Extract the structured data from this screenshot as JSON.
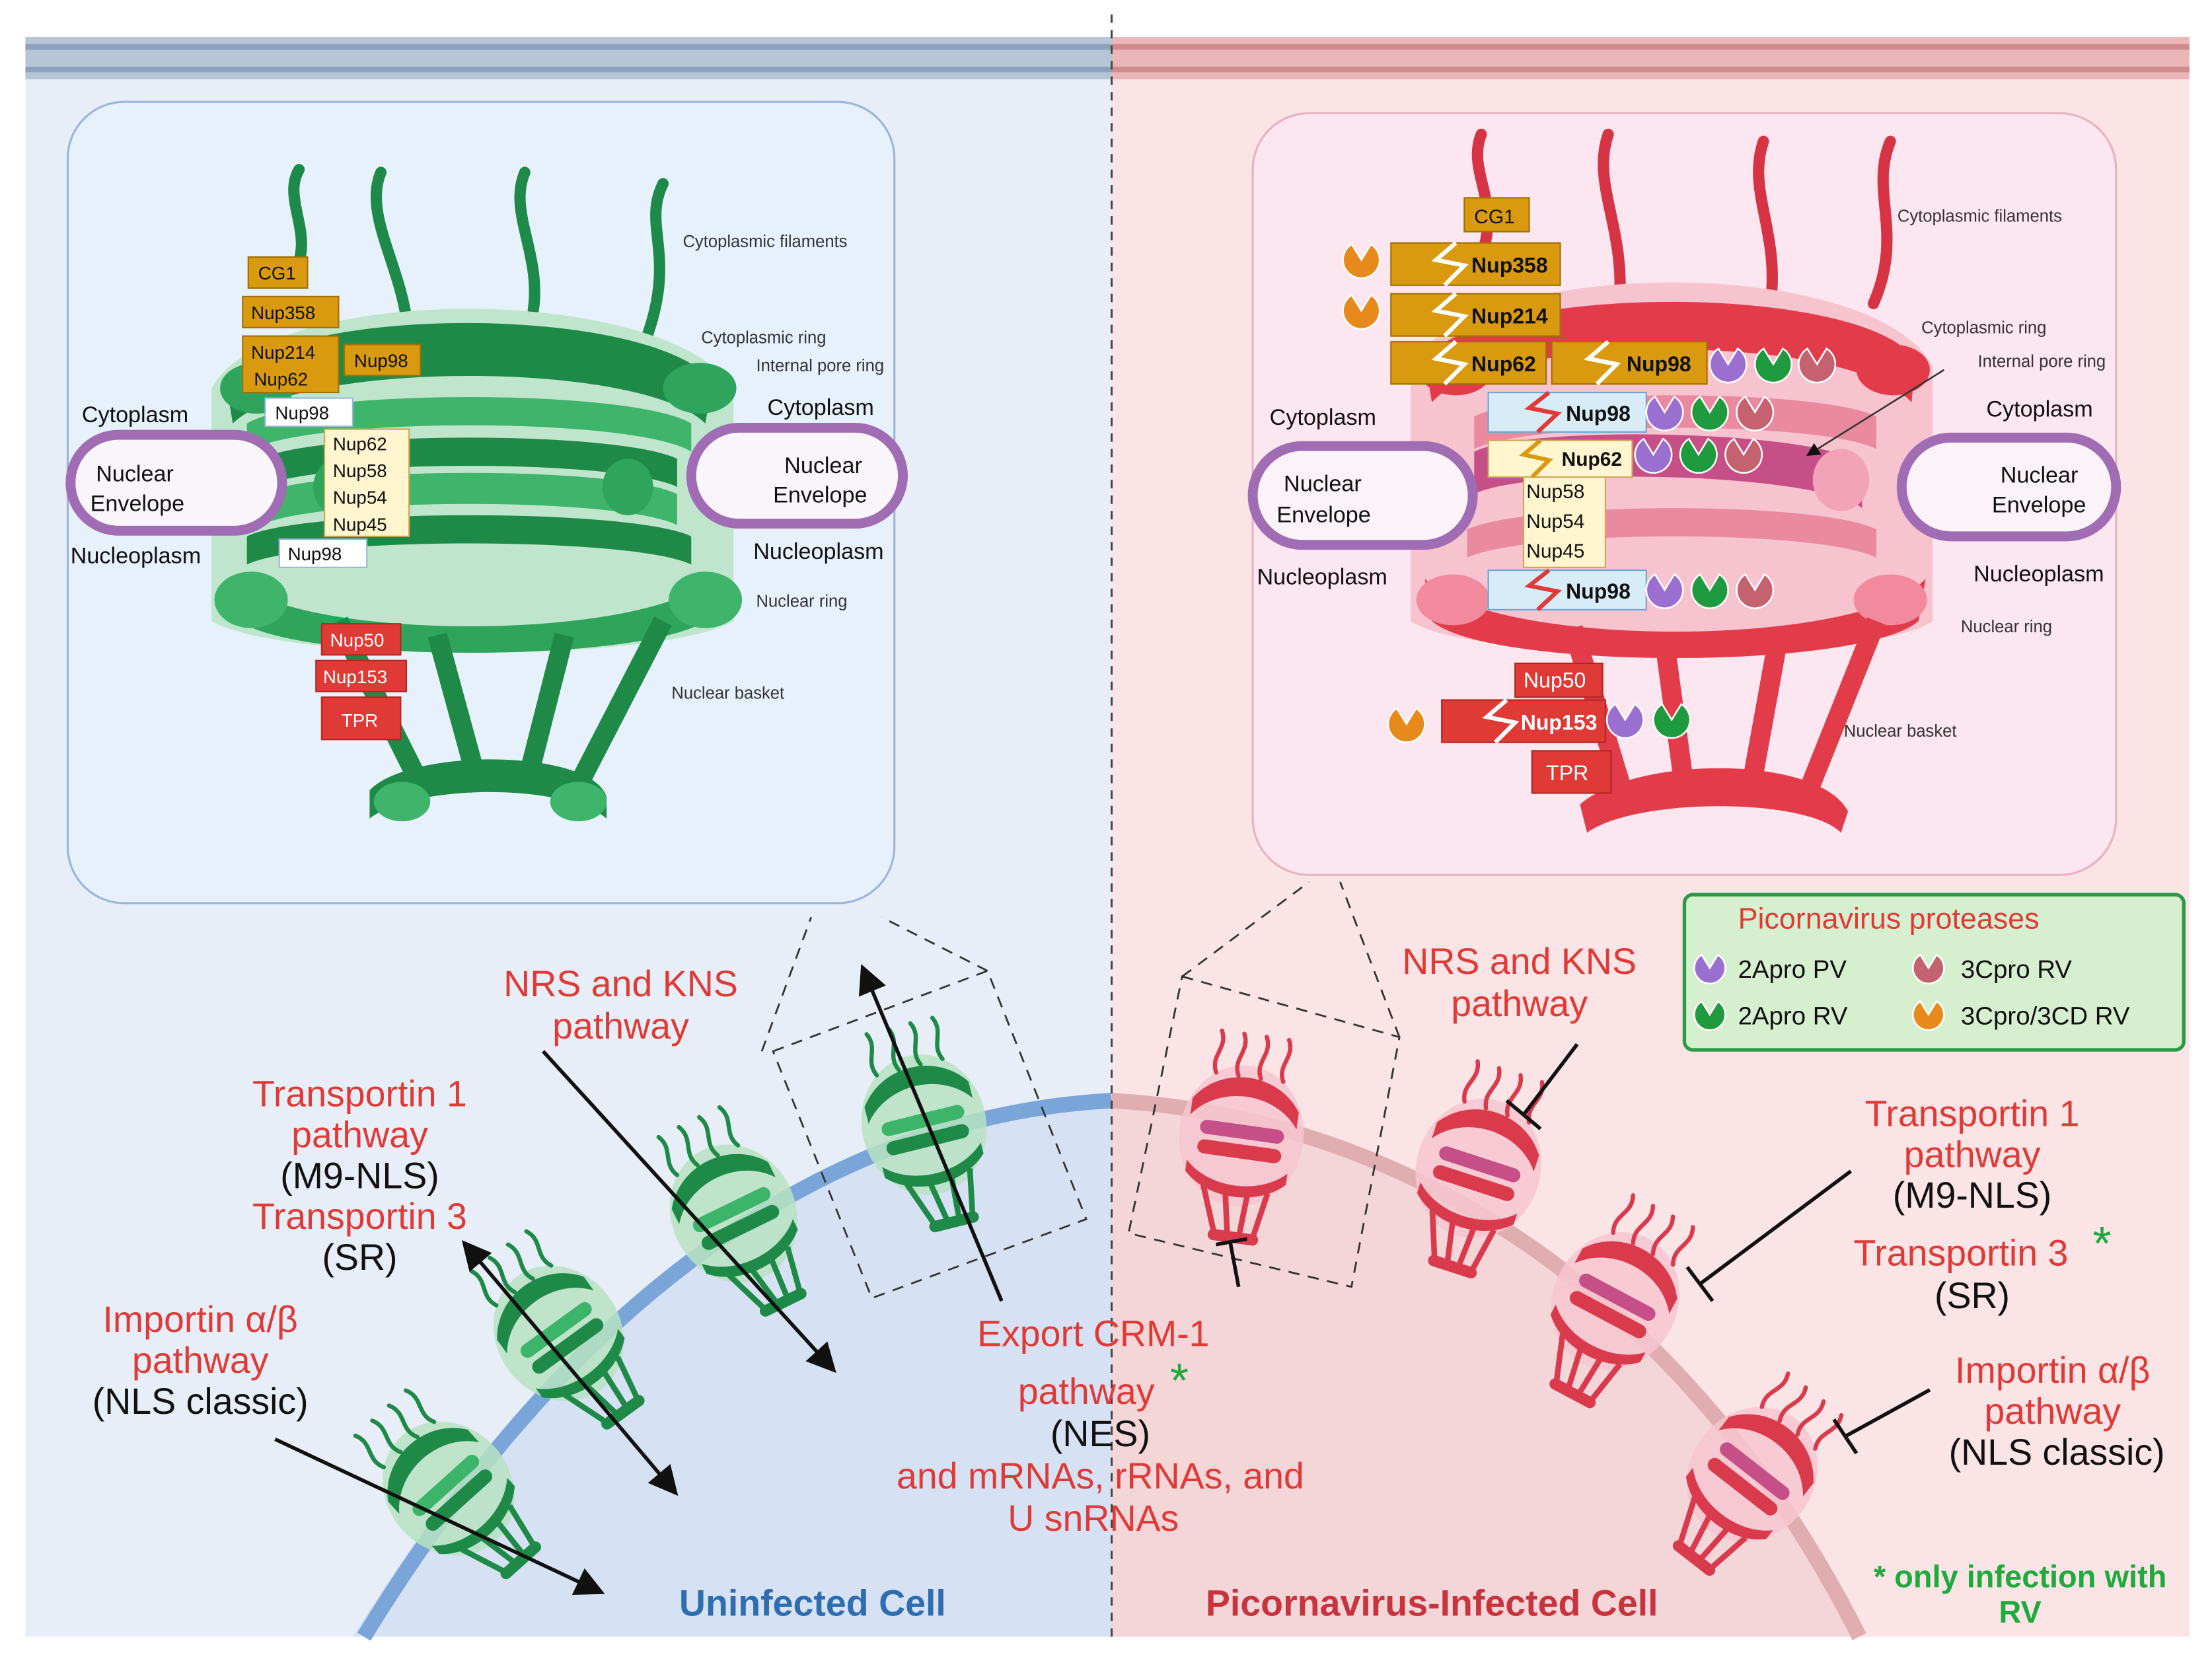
{
  "colors": {
    "uninfected_bg": "#e7eef8",
    "infected_bg": "#fbe4e6",
    "pathway_red": "#e03a36",
    "green_dark": "#1f8a48",
    "green_mid": "#3cb46a",
    "red_dark": "#d93a4c",
    "protease_2A_PV": "#9b6fd0",
    "protease_2A_RV": "#1f9a3e",
    "protease_3C_RV": "#c4626f",
    "protease_3CD_RV": "#e8891c",
    "nup_orange": "#d99a10",
    "nup_red": "#e03a36",
    "nup_cream": "#fff6cf",
    "nup_blue": "#d8ecf8"
  },
  "left_panel": {
    "annot_cyto_filaments": "Cytoplasmic filaments",
    "annot_cyto_ring": "Cytoplasmic ring",
    "annot_internal_ring": "Internal pore ring",
    "annot_nuclear_ring": "Nuclear ring",
    "annot_nuclear_basket": "Nuclear basket",
    "cytoplasm_left": "Cytoplasm",
    "cytoplasm_right": "Cytoplasm",
    "nucleoplasm_left": "Nucleoplasm",
    "nucleoplasm_right": "Nucleoplasm",
    "envelope_left_1": "Nuclear",
    "envelope_left_2": "Envelope",
    "envelope_right_1": "Nuclear",
    "envelope_right_2": "Envelope",
    "nup_cg1": "CG1",
    "nup_358": "Nup358",
    "nup_214": "Nup214",
    "nup_62a": "Nup62",
    "nup_98a": "Nup98",
    "nup_98b": "Nup98",
    "nup_62b": "Nup62",
    "nup_58": "Nup58",
    "nup_54": "Nup54",
    "nup_45": "Nup45",
    "nup_98c": "Nup98",
    "nup_50": "Nup50",
    "nup_153": "Nup153",
    "nup_tpr": "TPR"
  },
  "right_panel": {
    "annot_cyto_filaments": "Cytoplasmic filaments",
    "annot_cyto_ring": "Cytoplasmic ring",
    "annot_internal_ring": "Internal pore ring",
    "annot_nuclear_ring": "Nuclear ring",
    "annot_nuclear_basket": "Nuclear basket",
    "cytoplasm_left": "Cytoplasm",
    "cytoplasm_right": "Cytoplasm",
    "nucleoplasm_left": "Nucleoplasm",
    "nucleoplasm_right": "Nucleoplasm",
    "envelope_left_1": "Nuclear",
    "envelope_left_2": "Envelope",
    "envelope_right_1": "Nuclear",
    "envelope_right_2": "Envelope",
    "nup_cg1": "CG1",
    "nup_358": "Nup358",
    "nup_214": "Nup214",
    "nup_62a": "Nup62",
    "nup_98a": "Nup98",
    "nup_98b": "Nup98",
    "nup_62b": "Nup62",
    "nup_58": "Nup58",
    "nup_54": "Nup54",
    "nup_45": "Nup45",
    "nup_98c": "Nup98",
    "nup_50": "Nup50",
    "nup_153": "Nup153",
    "nup_tpr": "TPR"
  },
  "legend": {
    "title": "Picornavirus proteases",
    "item_2a_pv": "2Apro PV",
    "item_3c_rv": "3Cpro RV",
    "item_2a_rv": "2Apro RV",
    "item_3cd_rv": "3Cpro/3CD RV"
  },
  "bottom_left": {
    "nrs_1": "NRS and KNS",
    "nrs_2": "pathway",
    "tnpo1_1": "Transportin 1",
    "tnpo1_2": "pathway",
    "tnpo1_3": "(M9-NLS)",
    "tnpo3_1": "Transportin 3",
    "tnpo3_2": "(SR)",
    "imp_1": "Importin α/β",
    "imp_2": "pathway",
    "imp_3": "(NLS classic)",
    "crm_1": "Export CRM-1",
    "crm_2": "pathway",
    "crm_star": "*",
    "crm_3": "(NES)",
    "crm_4": "and mRNAs, rRNAs, and",
    "crm_5": "U snRNAs",
    "cell_label": "Uninfected Cell"
  },
  "bottom_right": {
    "nrs_1": "NRS and KNS",
    "nrs_2": "pathway",
    "tnpo1_1": "Transportin 1",
    "tnpo1_2": "pathway",
    "tnpo1_3": "(M9-NLS)",
    "tnpo3_1": "Transportin 3",
    "tnpo3_star": "*",
    "tnpo3_2": "(SR)",
    "imp_1": "Importin α/β",
    "imp_2": "pathway",
    "imp_3": "(NLS classic)",
    "cell_label": "Picornavirus-Infected Cell",
    "footnote_1": "* only infection with",
    "footnote_2": "RV"
  }
}
